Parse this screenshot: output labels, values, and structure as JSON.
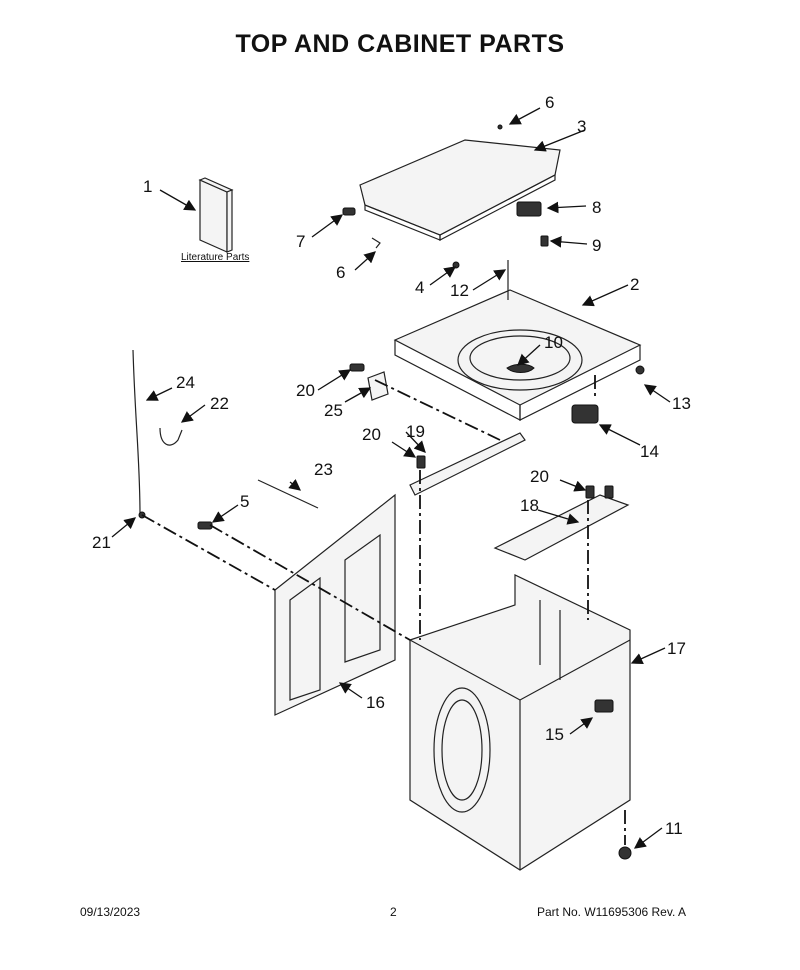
{
  "title": "TOP AND CABINET PARTS",
  "literature_label": "Literature Parts",
  "callouts": {
    "c1": "1",
    "c2": "2",
    "c3": "3",
    "c4": "4",
    "c5": "5",
    "c6a": "6",
    "c6b": "6",
    "c7": "7",
    "c8": "8",
    "c9": "9",
    "c10": "10",
    "c11": "11",
    "c12": "12",
    "c13": "13",
    "c14": "14",
    "c15": "15",
    "c16": "16",
    "c17": "17",
    "c18": "18",
    "c19": "19",
    "c20a": "20",
    "c20b": "20",
    "c20c": "20",
    "c21": "21",
    "c22": "22",
    "c23": "23",
    "c24": "24",
    "c25": "25"
  },
  "footer": {
    "date": "09/13/2023",
    "page": "2",
    "part_no": "Part No.  W11695306  Rev.  A"
  }
}
